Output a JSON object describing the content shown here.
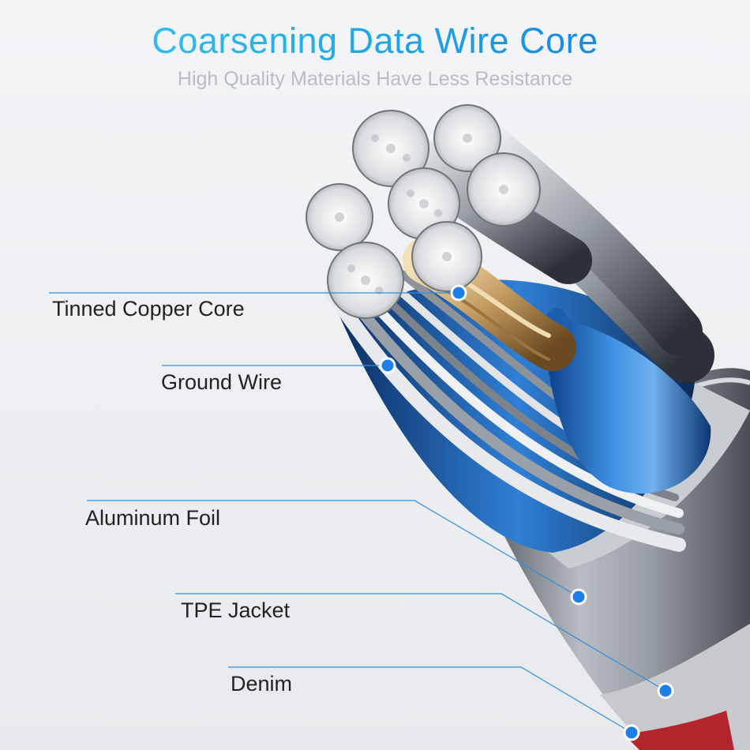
{
  "header": {
    "title": "Coarsening Data Wire Core",
    "subtitle": "High Quality Materials Have Less Resistance"
  },
  "callouts": [
    {
      "label": "Tinned Copper Core"
    },
    {
      "label": "Ground Wire"
    },
    {
      "label": "Aluminum Foil"
    },
    {
      "label": "TPE Jacket"
    },
    {
      "label": "Denim"
    }
  ],
  "colors": {
    "title_start": "#3fc8f2",
    "title_end": "#1674df",
    "callout_line": "#2f8fe0",
    "callout_dot": "#1f7fe8",
    "inner_insulation": "#1d63b8",
    "copper": "#c9a46a",
    "tinned": "#e8e8ea",
    "jacket": "#8a8f96",
    "denim_red": "#b3262e"
  }
}
